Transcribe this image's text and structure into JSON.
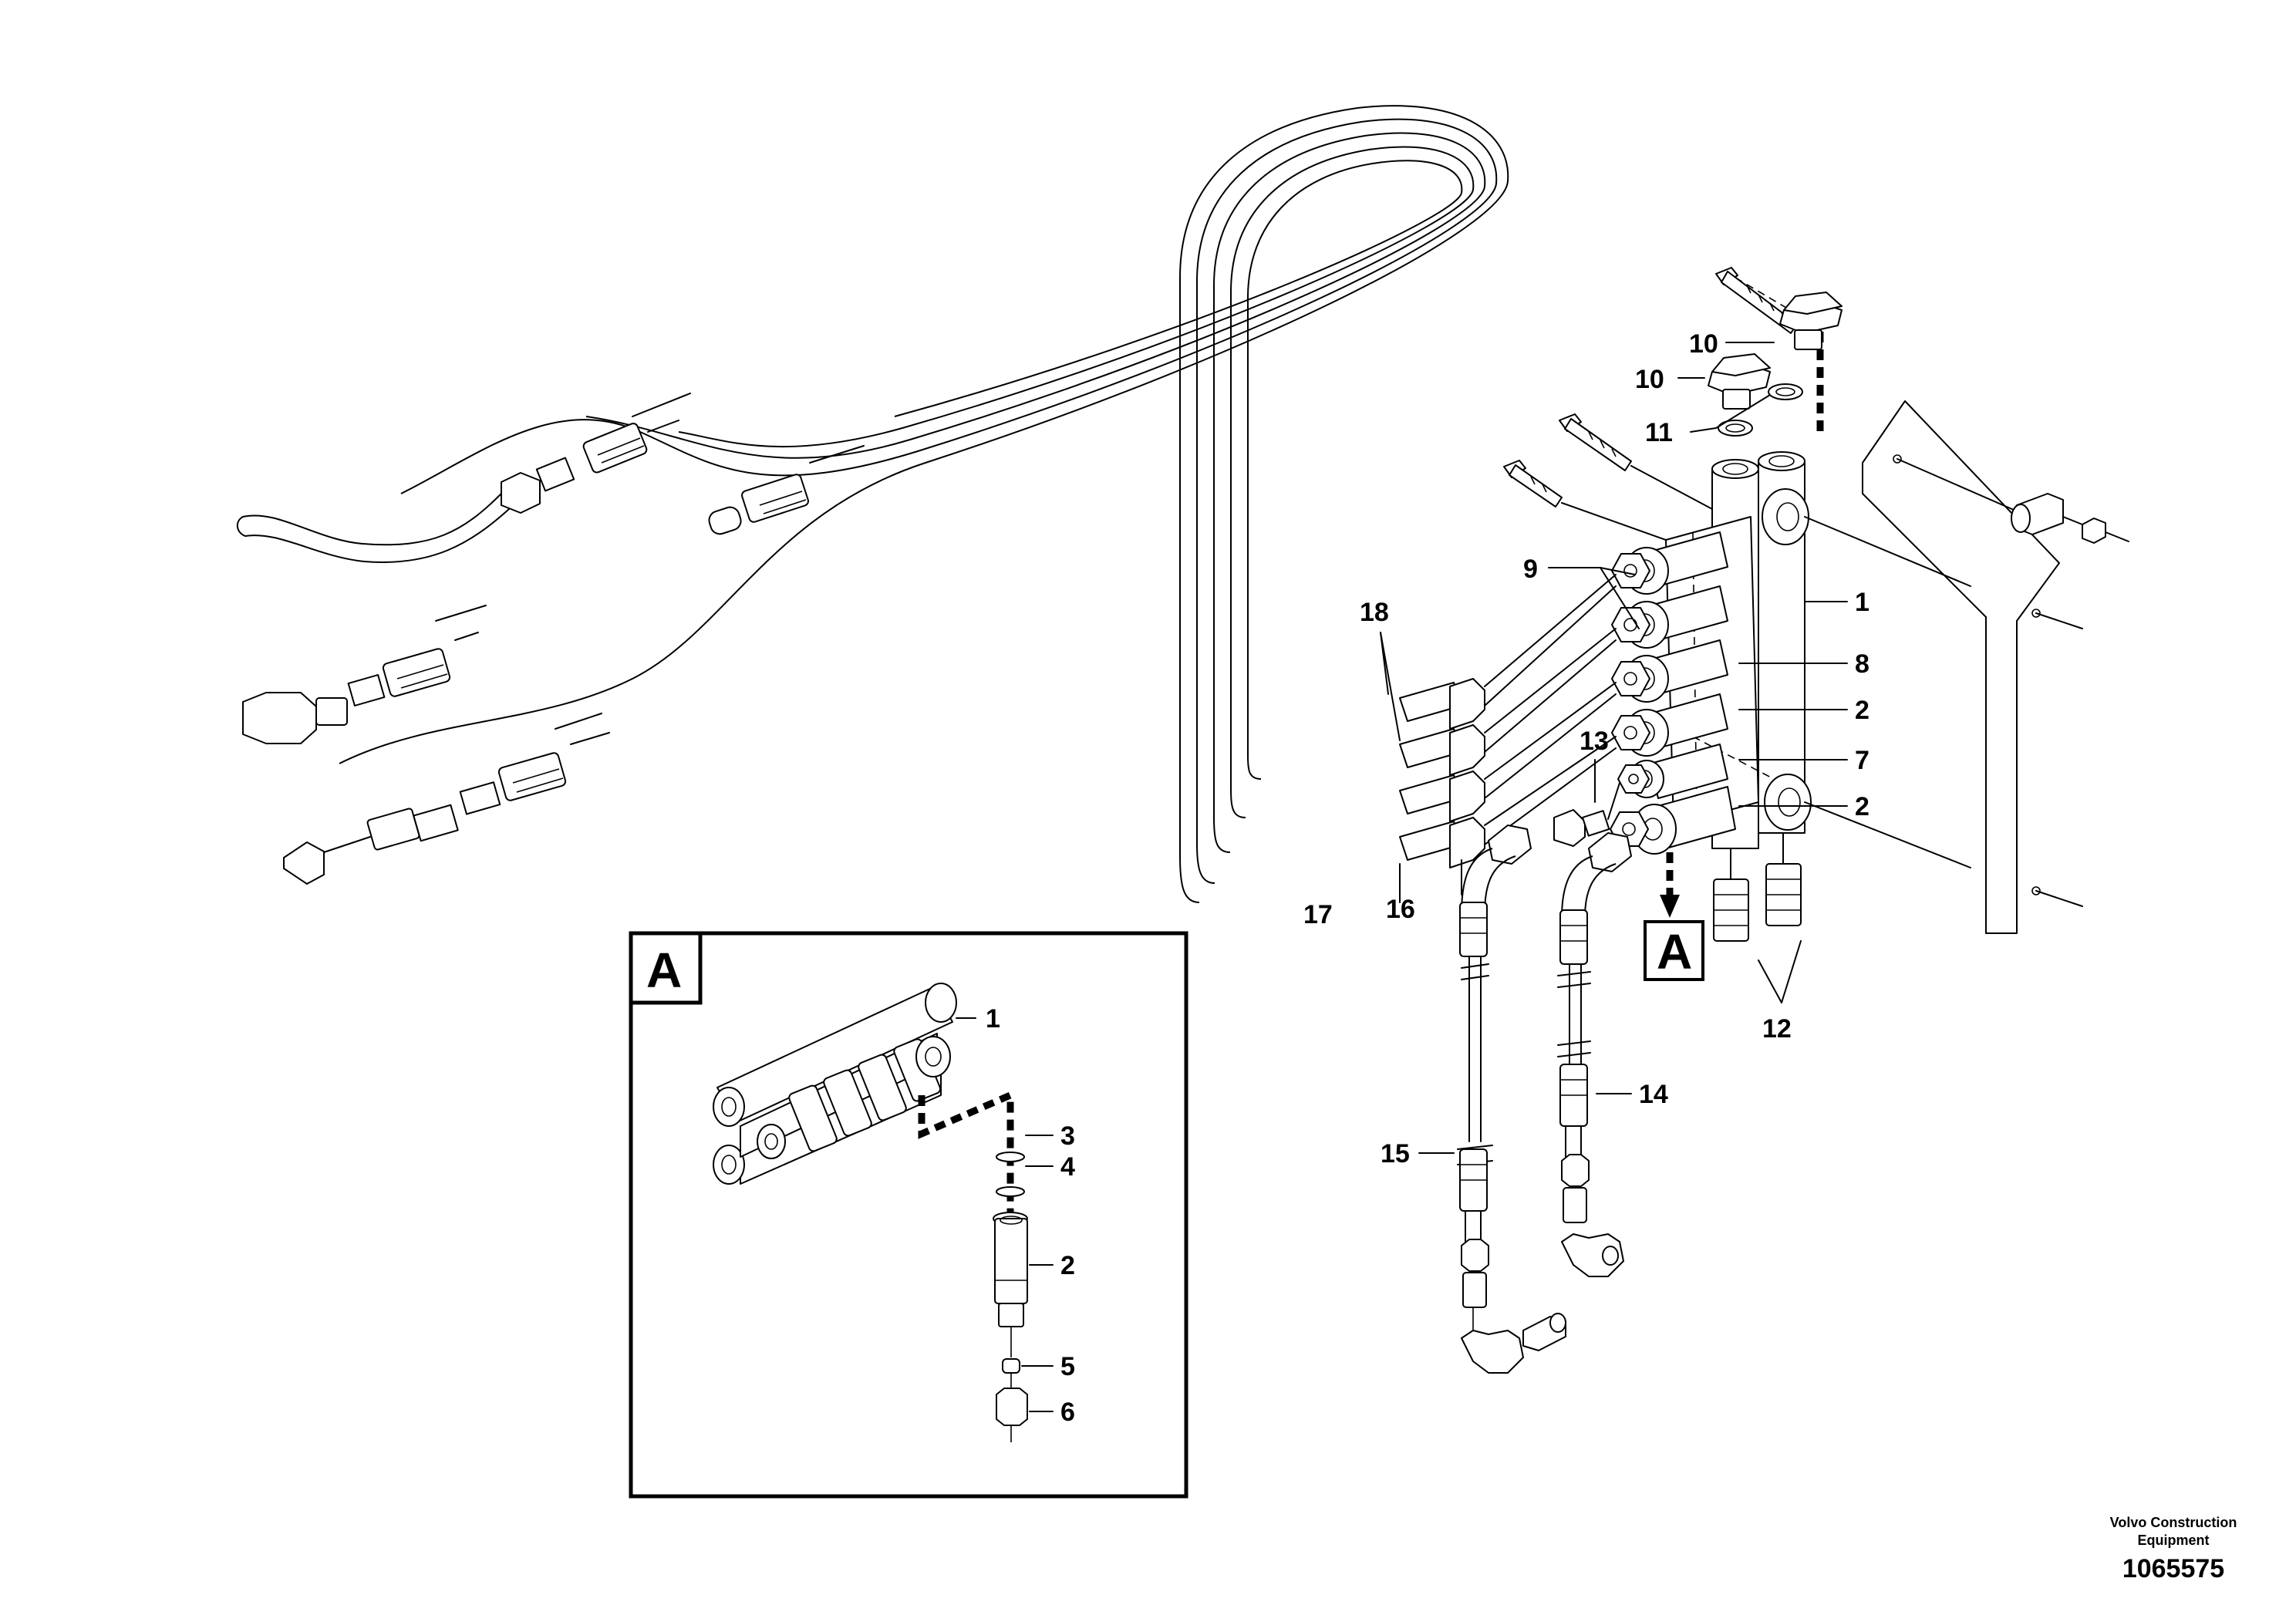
{
  "callouts": {
    "c1": "1",
    "c2a": "2",
    "c2b": "2",
    "c7": "7",
    "c8": "8",
    "c9": "9",
    "c10a": "10",
    "c10b": "10",
    "c11": "11",
    "c12": "12",
    "c13": "13",
    "c14": "14",
    "c15": "15",
    "c16": "16",
    "c17": "17",
    "c18": "18"
  },
  "detail": {
    "view_label": "A",
    "ref_label": "A",
    "callouts": {
      "d1": "1",
      "d2": "2",
      "d3": "3",
      "d4": "4",
      "d5": "5",
      "d6": "6"
    }
  },
  "footer": {
    "brand_line1": "Volvo Construction",
    "brand_line2": "Equipment",
    "doc_number": "1065575"
  }
}
